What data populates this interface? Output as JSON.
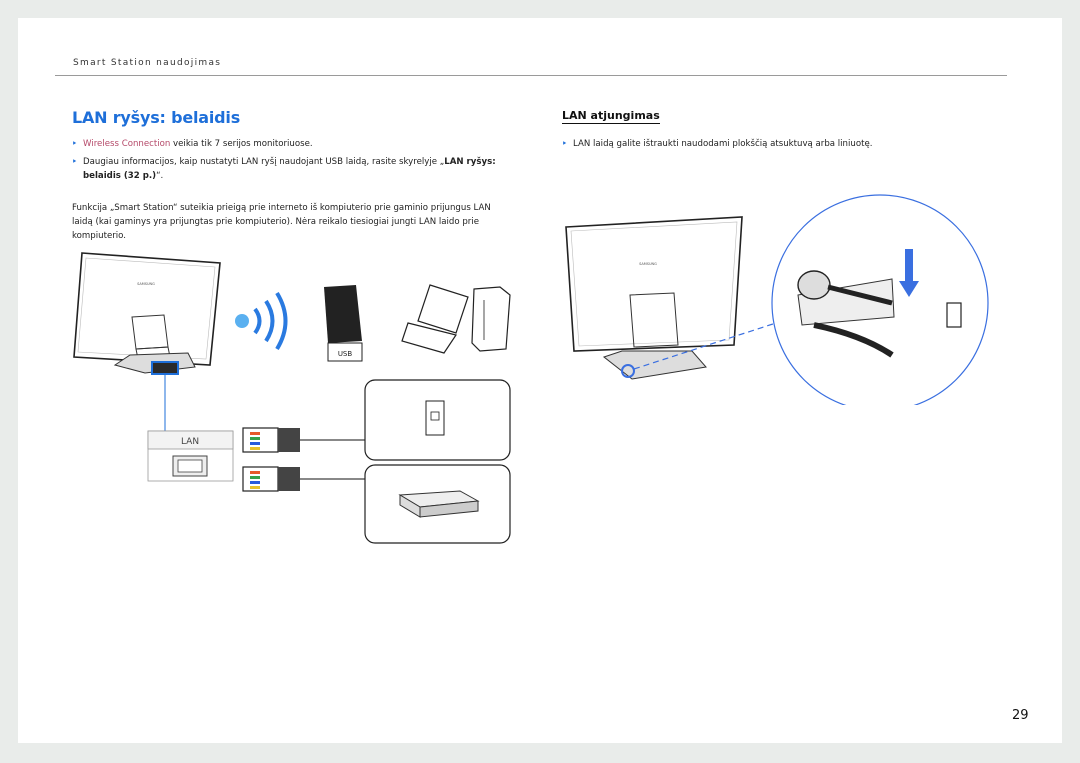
{
  "header": {
    "section": "Smart Station naudojimas"
  },
  "left": {
    "title": "LAN ryšys: belaidis",
    "bullet1": {
      "link": "Wireless Connection",
      "rest": " veikia tik 7 serijos monitoriuose."
    },
    "bullet2": {
      "text": "Daugiau informacijos, kaip nustatyti LAN ryšį naudojant USB laidą, rasite skyrelyje „",
      "bold": "LAN ryšys: belaidis (32 p.)",
      "end": "“."
    },
    "paragraph": "Funkcija „Smart Station“ suteikia prieigą prie interneto iš kompiuterio prie gaminio prijungus LAN laidą (kai gaminys yra prijungtas prie kompiuterio). Nėra reikalo tiesiogiai jungti LAN laido prie kompiuterio."
  },
  "right": {
    "title": "LAN atjungimas",
    "bullet1": "LAN laidą galite ištraukti naudodami plokščią atsuktuvą arba liniuotę."
  },
  "diagram": {
    "lan_port_label": "LAN",
    "usb_label": "USB",
    "brand": "SAMSUNG"
  },
  "page_number": "29",
  "colors": {
    "accent": "#1e6fd9",
    "link": "#b54a6a",
    "highlight": "#3a6fe0"
  }
}
